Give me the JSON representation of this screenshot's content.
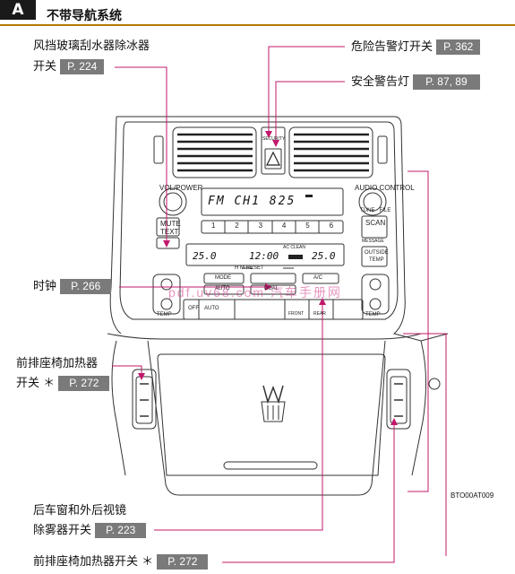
{
  "header": {
    "letter": "A",
    "title": "不带导航系统"
  },
  "callouts": {
    "wiper": {
      "line1": "风挡玻璃刮水器除冰器",
      "line2": "开关",
      "ref": "P. 224"
    },
    "hazard": {
      "label": "危险告警灯开关",
      "ref": "P. 362"
    },
    "seatbelt": {
      "label": "安全警告灯",
      "ref": "P. 87, 89"
    },
    "clock": {
      "label": "时钟",
      "ref": "P. 266"
    },
    "seat_left": {
      "line1": "前排座椅加热器",
      "line2": "开关 ＊",
      "ref": "P. 272"
    },
    "defogger": {
      "line1": "后车窗和外后视镜",
      "line2": "除雾器开关",
      "ref": "P. 223"
    },
    "seat_right": {
      "label": "前排座椅加热器开关 ＊",
      "ref": "P. 272"
    }
  },
  "panel": {
    "vol_power": "VOL/POWER",
    "audio_control": "AUDIO CONTROL",
    "tune_file": "TUNE · FILE",
    "mute": "MUTE",
    "text": "TEXT",
    "scan": "SCAN",
    "message": "MESSAGE",
    "outside_temp_1": "OUTSIDE",
    "outside_temp_2": "TEMP",
    "hazard_caption": "SECURITY",
    "radio_display": "FM  CH1   825",
    "presets": [
      "1",
      "2",
      "3",
      "4",
      "5",
      "6"
    ],
    "climate_left_temp": "25.0",
    "climate_clock": "12:00",
    "climate_right_temp": "25.0",
    "ac_clean": "AC CLEAN",
    "mode": "MODE",
    "auto_c": "AUTO",
    "a_c": "A/C",
    "temp_left": "TEMP",
    "temp_right": "TEMP",
    "off": "OFF",
    "auto": "AUTO",
    "front": "FRONT",
    "rear": "REAR",
    "dual": "DUAL",
    "h_m": "H     M    RESET"
  },
  "watermark": "pdf.uv68.com  汽车手册网",
  "figure_code": "BTO00AT009",
  "colors": {
    "accent": "#c2186b",
    "ref_bg": "#7a7a7a",
    "rule": "#b07a00"
  }
}
